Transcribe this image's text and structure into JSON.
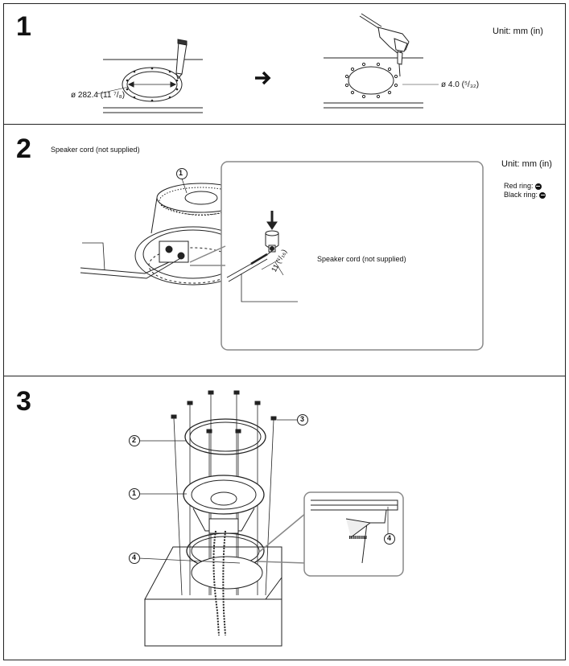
{
  "steps": [
    {
      "number": "1"
    },
    {
      "number": "2"
    },
    {
      "number": "3"
    }
  ],
  "step1": {
    "unit": "Unit: mm (in)",
    "cutout_diameter": "ø 282.4 (11 ⁷/₈)",
    "hole_diameter": "ø 4.0 (⁵/₃₂)"
  },
  "step2": {
    "cord_label_left": "Speaker cord (not supplied)",
    "cord_label_inset": "Speaker cord (not supplied)",
    "unit": "Unit: mm (in)",
    "red_ring": "Red ring:",
    "black_ring": "Black ring:",
    "strip_length": "11 (⁷/₁₆)",
    "callout_1": "1"
  },
  "step3": {
    "callout_1": "1",
    "callout_2": "2",
    "callout_3": "3",
    "callout_4_main": "4",
    "callout_4_inset": "4"
  }
}
